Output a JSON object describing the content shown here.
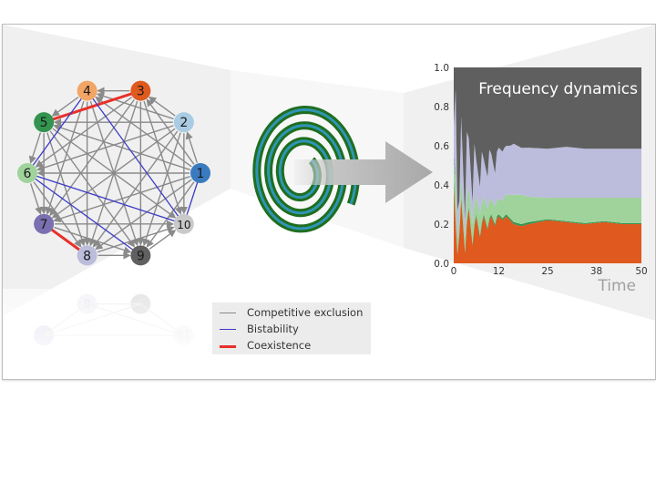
{
  "network": {
    "nodes": [
      {
        "id": "1",
        "color": "#3a7bbf",
        "text_color": "#1a1a1a"
      },
      {
        "id": "2",
        "color": "#a9cce3",
        "text_color": "#1a1a1a"
      },
      {
        "id": "3",
        "color": "#e0591f",
        "text_color": "#1a1a1a"
      },
      {
        "id": "4",
        "color": "#f3a566",
        "text_color": "#1a1a1a"
      },
      {
        "id": "5",
        "color": "#33944f",
        "text_color": "#1a1a1a"
      },
      {
        "id": "6",
        "color": "#9fd39b",
        "text_color": "#1a1a1a"
      },
      {
        "id": "7",
        "color": "#7a6fb0",
        "text_color": "#1a1a1a"
      },
      {
        "id": "8",
        "color": "#bcbddc",
        "text_color": "#1a1a1a"
      },
      {
        "id": "9",
        "color": "#606060",
        "text_color": "#1a1a1a"
      },
      {
        "id": "10",
        "color": "#c9c9c9",
        "text_color": "#1a1a1a"
      }
    ],
    "special_edges": [
      {
        "from": "5",
        "to": "3",
        "type": "coexistence"
      },
      {
        "from": "7",
        "to": "8",
        "type": "coexistence"
      },
      {
        "from": "4",
        "to": "6",
        "type": "bistability"
      },
      {
        "from": "4",
        "to": "10",
        "type": "bistability"
      },
      {
        "from": "6",
        "to": "10",
        "type": "bistability"
      },
      {
        "from": "6",
        "to": "9",
        "type": "bistability"
      },
      {
        "from": "1",
        "to": "10",
        "type": "bistability"
      }
    ],
    "colors": {
      "competitive": "#8a8a8a",
      "bistability": "#3a3ac8",
      "coexistence": "#e8302a"
    }
  },
  "legend": {
    "items": [
      {
        "label": "Competitive exclusion",
        "color": "#8a8a8a"
      },
      {
        "label": "Bistability",
        "color": "#3a3ac8"
      },
      {
        "label": "Coexistence",
        "color": "#e8302a"
      }
    ]
  },
  "chart_data": {
    "type": "area",
    "stacked": true,
    "title": "Frequency dynamics",
    "xlabel": "Time",
    "ylabel": "",
    "xlim": [
      0,
      50
    ],
    "ylim": [
      0,
      1
    ],
    "xticks": [
      "0",
      "12",
      "25",
      "38",
      "50"
    ],
    "yticks": [
      "0.0",
      "0.2",
      "0.4",
      "0.6",
      "0.8",
      "1.0"
    ],
    "x": [
      0,
      0.5,
      1,
      1.5,
      2,
      3,
      3.5,
      4,
      5,
      5.5,
      6,
      7,
      7.5,
      8,
      9,
      9.5,
      10,
      11,
      11.5,
      12,
      13,
      13.5,
      14,
      15,
      16,
      18,
      20,
      25,
      30,
      35,
      40,
      45,
      50
    ],
    "series": [
      {
        "name": "orange",
        "color": "#e0591f",
        "values": [
          0.4,
          0.2,
          0.04,
          0.15,
          0.33,
          0.05,
          0.2,
          0.28,
          0.09,
          0.19,
          0.24,
          0.13,
          0.2,
          0.24,
          0.17,
          0.22,
          0.24,
          0.19,
          0.23,
          0.24,
          0.22,
          0.23,
          0.24,
          0.22,
          0.2,
          0.19,
          0.2,
          0.22,
          0.21,
          0.2,
          0.21,
          0.2,
          0.2
        ]
      },
      {
        "name": "dark green",
        "color": "#33944f",
        "values": [
          0.03,
          0.02,
          0.01,
          0.01,
          0.01,
          0.01,
          0.01,
          0.01,
          0.01,
          0.01,
          0.01,
          0.01,
          0.01,
          0.01,
          0.01,
          0.01,
          0.01,
          0.01,
          0.01,
          0.01,
          0.01,
          0.01,
          0.01,
          0.01,
          0.01,
          0.01,
          0.01,
          0.005,
          0.005,
          0.005,
          0.005,
          0.005,
          0.005
        ]
      },
      {
        "name": "light green",
        "color": "#9fd39b",
        "values": [
          0.1,
          0.22,
          0.06,
          0.06,
          0.1,
          0.07,
          0.12,
          0.1,
          0.1,
          0.11,
          0.09,
          0.11,
          0.1,
          0.09,
          0.1,
          0.09,
          0.08,
          0.09,
          0.08,
          0.08,
          0.09,
          0.1,
          0.1,
          0.12,
          0.14,
          0.15,
          0.13,
          0.11,
          0.12,
          0.13,
          0.12,
          0.13,
          0.13
        ]
      },
      {
        "name": "purple",
        "color": "#7a6fb0",
        "values": [
          0.02,
          0.02,
          0.01,
          0.0,
          0.0,
          0.0,
          0.0,
          0.0,
          0.0,
          0.0,
          0.0,
          0.0,
          0.0,
          0.0,
          0.0,
          0.0,
          0.0,
          0.0,
          0.0,
          0.0,
          0.0,
          0.0,
          0.0,
          0.0,
          0.0,
          0.0,
          0.0,
          0.0,
          0.0,
          0.0,
          0.0,
          0.0,
          0.0
        ]
      },
      {
        "name": "lavender",
        "color": "#bcbddc",
        "values": [
          0.15,
          0.43,
          0.15,
          0.1,
          0.31,
          0.09,
          0.34,
          0.25,
          0.11,
          0.3,
          0.19,
          0.14,
          0.26,
          0.19,
          0.16,
          0.26,
          0.23,
          0.17,
          0.25,
          0.26,
          0.25,
          0.25,
          0.25,
          0.25,
          0.26,
          0.24,
          0.25,
          0.25,
          0.26,
          0.25,
          0.25,
          0.25,
          0.25
        ]
      },
      {
        "name": "dark gray",
        "color": "#5f5f5f",
        "values": [
          0.3,
          0.11,
          0.73,
          0.68,
          0.25,
          0.78,
          0.33,
          0.36,
          0.69,
          0.39,
          0.47,
          0.61,
          0.43,
          0.47,
          0.56,
          0.42,
          0.44,
          0.54,
          0.43,
          0.41,
          0.43,
          0.41,
          0.4,
          0.4,
          0.39,
          0.41,
          0.41,
          0.415,
          0.405,
          0.415,
          0.415,
          0.415,
          0.415
        ]
      }
    ]
  },
  "decor": {
    "arrow_color": "#b3b3b3",
    "spiral_outer": "#1f6e1f",
    "spiral_inner": "#2f95b5"
  }
}
